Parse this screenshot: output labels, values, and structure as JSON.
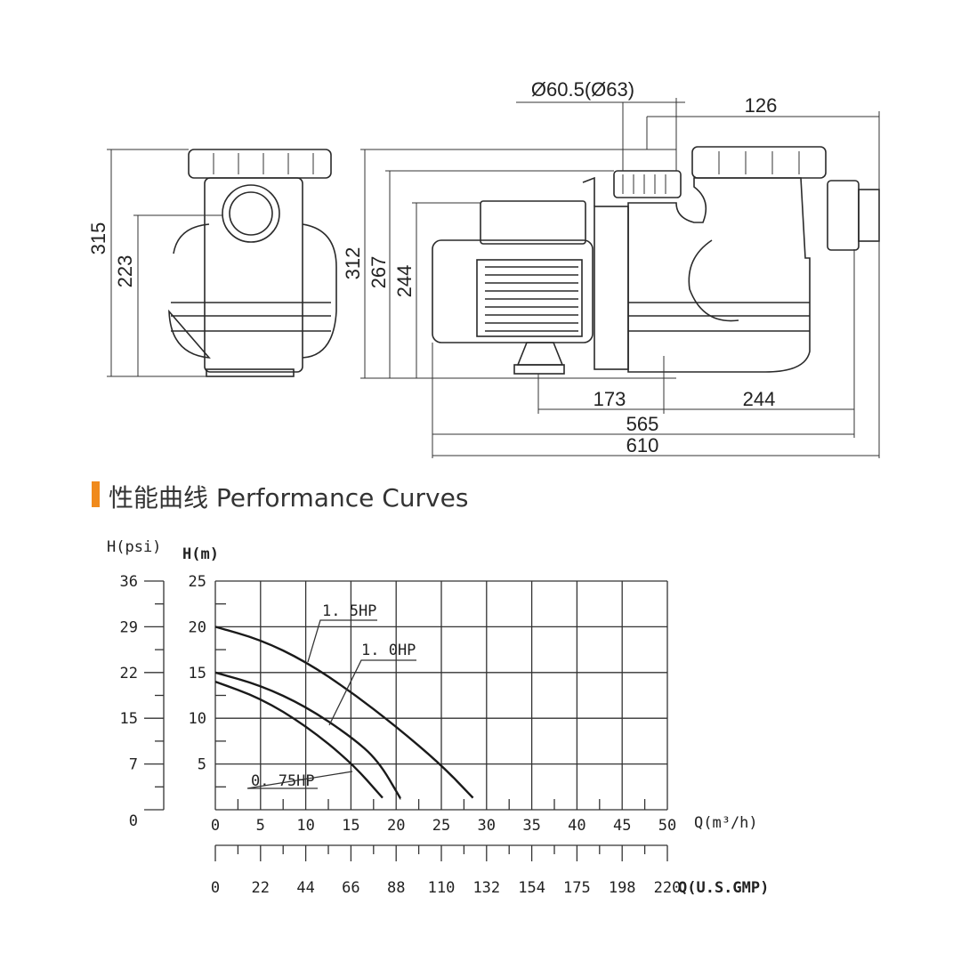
{
  "dimensions": {
    "front_height_total": "315",
    "front_port_height": "223",
    "side_height_total": "312",
    "side_height_outlet": "267",
    "side_height_motor": "244",
    "outlet_diameter": "Ø60.5(Ø63)",
    "outlet_to_end": "126",
    "foot_to_center": "173",
    "center_to_inlet": "244",
    "base_length": "565",
    "total_length": "610"
  },
  "section": {
    "title": "性能曲线 Performance Curves",
    "accent_color": "#f08a1c"
  },
  "chart_data": {
    "type": "line",
    "title": "性能曲线 Performance Curves",
    "xlabel": "Q(m³/h)",
    "ylabel": "H(m)",
    "ylabel_secondary": "H(psi)",
    "xlabel_secondary": "Q(U.S.GMP)",
    "xlim": [
      0,
      50
    ],
    "ylim": [
      0,
      25
    ],
    "x_ticks": [
      "0",
      "5",
      "10",
      "15",
      "20",
      "25",
      "30",
      "35",
      "40",
      "45",
      "50"
    ],
    "y_ticks": [
      "5",
      "10",
      "15",
      "20",
      "25"
    ],
    "psi_ticks": [
      "0",
      "7",
      "15",
      "22",
      "29",
      "36"
    ],
    "gpm_ticks": [
      "0",
      "22",
      "44",
      "66",
      "88",
      "110",
      "132",
      "154",
      "175",
      "198",
      "220"
    ],
    "grid": true,
    "series": [
      {
        "name": "1.5HP",
        "label": "1. 5HP",
        "points": [
          [
            0,
            20
          ],
          [
            5,
            18.6
          ],
          [
            10,
            16.2
          ],
          [
            15,
            12.9
          ],
          [
            20,
            9.1
          ],
          [
            25,
            4.9
          ],
          [
            28.5,
            1.3
          ]
        ]
      },
      {
        "name": "1.0HP",
        "label": "1. 0HP",
        "points": [
          [
            0,
            15
          ],
          [
            5,
            13.6
          ],
          [
            10,
            11.3
          ],
          [
            15,
            8.0
          ],
          [
            18,
            5.4
          ],
          [
            20.5,
            1.2
          ]
        ]
      },
      {
        "name": "0.75HP",
        "label": "0. 75HP",
        "points": [
          [
            0,
            14
          ],
          [
            5,
            12.2
          ],
          [
            10,
            9.2
          ],
          [
            15,
            5.2
          ],
          [
            18.5,
            1.3
          ]
        ]
      }
    ]
  }
}
